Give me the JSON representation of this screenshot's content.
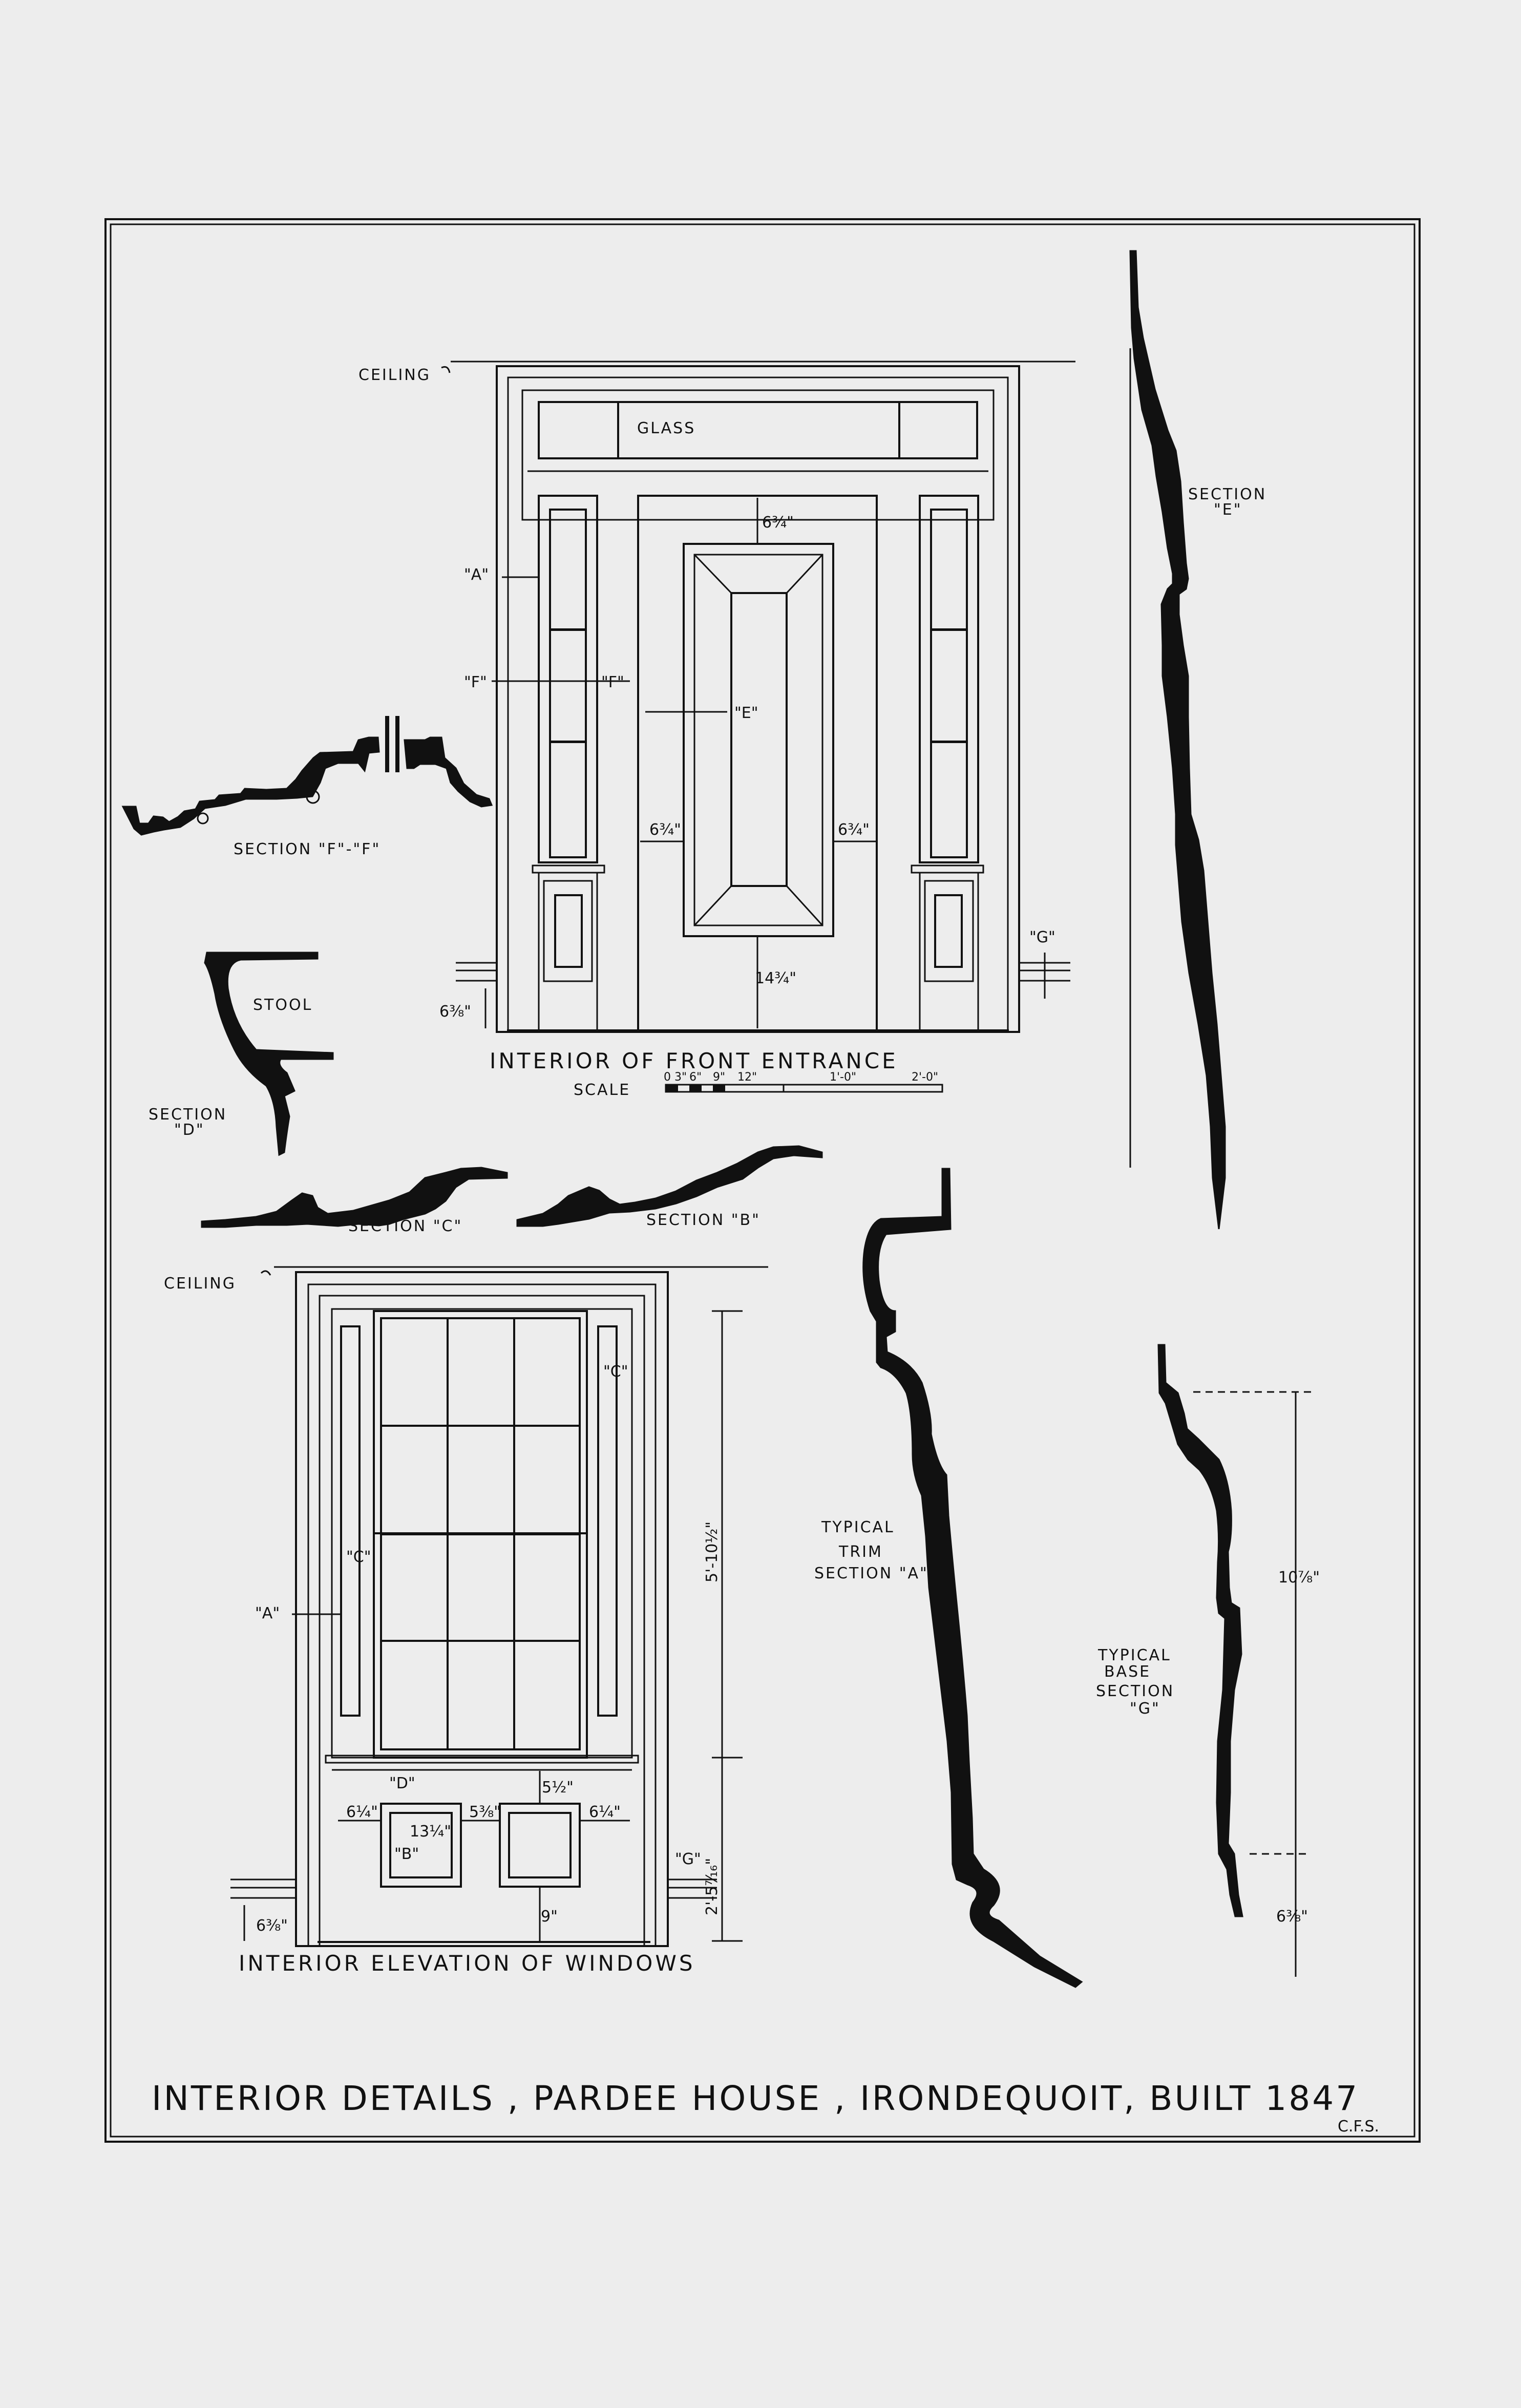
{
  "sheet": {
    "title": "INTERIOR DETAILS , PARDEE HOUSE , IRONDEQUOIT, BUILT 1847",
    "initials": "C.F.S."
  },
  "entrance": {
    "caption": "INTERIOR OF FRONT ENTRANCE",
    "scale_label": "SCALE",
    "scale_ticks": [
      "0 3\"",
      "6\"",
      "9\"",
      "12\"",
      "1'-0\"",
      "2'-0\""
    ],
    "ceiling_label": "CEILING",
    "glass_label": "GLASS",
    "markers": {
      "a": "\"A\"",
      "f_left": "\"F\"",
      "f_right": "\"F\"",
      "e": "\"E\"",
      "g": "\"G\""
    },
    "dims": {
      "top": "6¾\"",
      "left": "6¾\"",
      "right": "6¾\"",
      "bottom": "14¾\"",
      "base": "6⅜\""
    }
  },
  "section_ff": {
    "label": "SECTION \"F\"-\"F\""
  },
  "section_d": {
    "stool_label": "STOOL",
    "label_line1": "SECTION",
    "label_line2": "\"D\""
  },
  "section_c": {
    "label": "SECTION \"C\""
  },
  "section_b": {
    "label": "SECTION \"B\""
  },
  "section_e": {
    "label_line1": "SECTION",
    "label_line2": "\"E\""
  },
  "windows": {
    "caption": "INTERIOR ELEVATION OF WINDOWS",
    "ceiling_label": "CEILING",
    "markers": {
      "a": "\"A\"",
      "c_upper": "\"C\"",
      "c_left": "\"C\"",
      "d": "\"D\"",
      "b": "\"B\"",
      "g": "\"G\""
    },
    "dims": {
      "height": "5'-10½\"",
      "apron": "2'-5⁷⁄₁₆\"",
      "left": "6¼\"",
      "panel": "13¼\"",
      "mid": "5⅜\"",
      "right": "6¼\"",
      "top": "5½\"",
      "bottom": "9\"",
      "base": "6⅜\""
    }
  },
  "trim_a": {
    "line1": "TYPICAL",
    "line2": "TRIM",
    "line3": "SECTION \"A\""
  },
  "base_g": {
    "line1": "TYPICAL",
    "line2": "BASE",
    "line3": "SECTION",
    "line4": "\"G\"",
    "dim_upper": "10⅞\"",
    "dim_lower": "6⅜\""
  }
}
